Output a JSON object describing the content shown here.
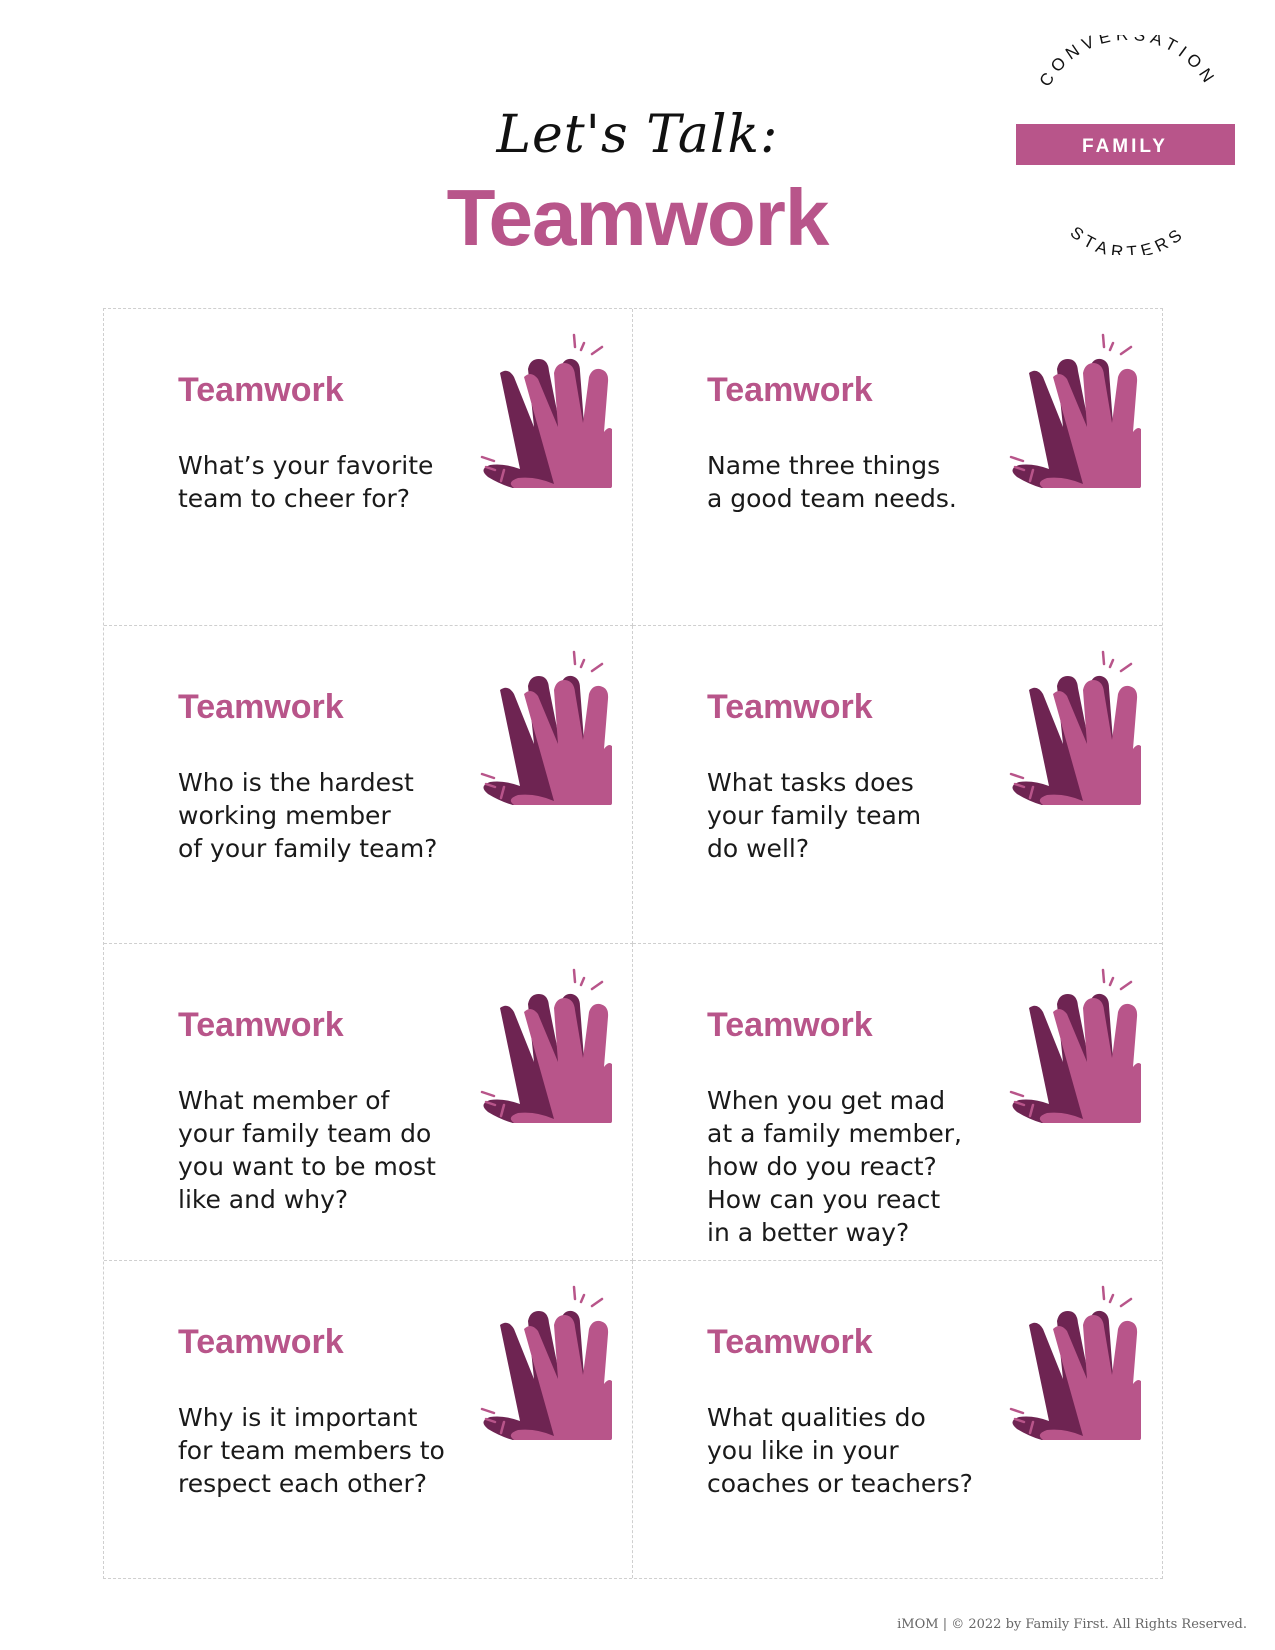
{
  "header": {
    "script_title": "Let's Talk:",
    "title": "Teamwork"
  },
  "badge": {
    "top_arc": "CONVERSATION",
    "label": "FAMILY",
    "bottom_arc": "STARTERS"
  },
  "colors": {
    "accent": "#b8558a",
    "dark_accent": "#6e2452"
  },
  "cards": [
    {
      "heading": "Teamwork",
      "question": "What’s your favorite\nteam to cheer for?",
      "icon": "high-five-hands-icon"
    },
    {
      "heading": "Teamwork",
      "question": "Name three things\na good team needs.",
      "icon": "high-five-hands-icon"
    },
    {
      "heading": "Teamwork",
      "question": "Who is the hardest\nworking member\nof your family team?",
      "icon": "high-five-hands-icon"
    },
    {
      "heading": "Teamwork",
      "question": "What tasks does\nyour family team\ndo well?",
      "icon": "high-five-hands-icon"
    },
    {
      "heading": "Teamwork",
      "question": "What member of\nyour family team do\nyou want to be most\nlike and why?",
      "icon": "high-five-hands-icon"
    },
    {
      "heading": "Teamwork",
      "question": "When you get mad\nat a family member,\nhow do you react?\nHow can you react\nin a better way?",
      "icon": "high-five-hands-icon"
    },
    {
      "heading": "Teamwork",
      "question": "Why is it important\nfor team members to\nrespect each other?",
      "icon": "high-five-hands-icon"
    },
    {
      "heading": "Teamwork",
      "question": "What qualities do\nyou like in your\ncoaches or teachers?",
      "icon": "high-five-hands-icon"
    }
  ],
  "footer": {
    "text": "iMOM | © 2022 by Family First. All Rights Reserved."
  }
}
